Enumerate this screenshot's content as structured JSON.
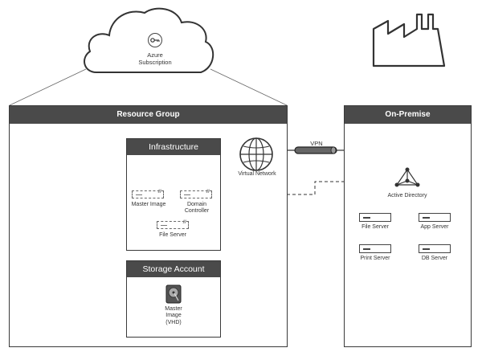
{
  "cloud": {
    "label_line1": "Azure",
    "label_line2": "Subscription",
    "icon": "key-icon"
  },
  "factory": {
    "icon": "factory-icon"
  },
  "resource_group": {
    "title": "Resource Group"
  },
  "on_premise": {
    "title": "On-Premise"
  },
  "infrastructure": {
    "title": "Infrastructure",
    "items": [
      {
        "label": "Master Image"
      },
      {
        "label_line1": "Domain",
        "label_line2": "Controller"
      },
      {
        "label": "File Server"
      }
    ]
  },
  "storage_account": {
    "title": "Storage Account",
    "disk_label_line1": "Master",
    "disk_label_line2": "Image",
    "disk_label_line3": "(VHD)",
    "disk_icon": "disk-icon"
  },
  "virtual_network": {
    "label": "Virtual Network",
    "icon": "globe-icon"
  },
  "vpn": {
    "label": "VPN"
  },
  "active_directory": {
    "label": "Active Directory",
    "icon": "active-directory-icon"
  },
  "onprem_servers": [
    {
      "label": "File Server"
    },
    {
      "label": "App Server"
    },
    {
      "label": "Print Server"
    },
    {
      "label": "DB Server"
    }
  ]
}
